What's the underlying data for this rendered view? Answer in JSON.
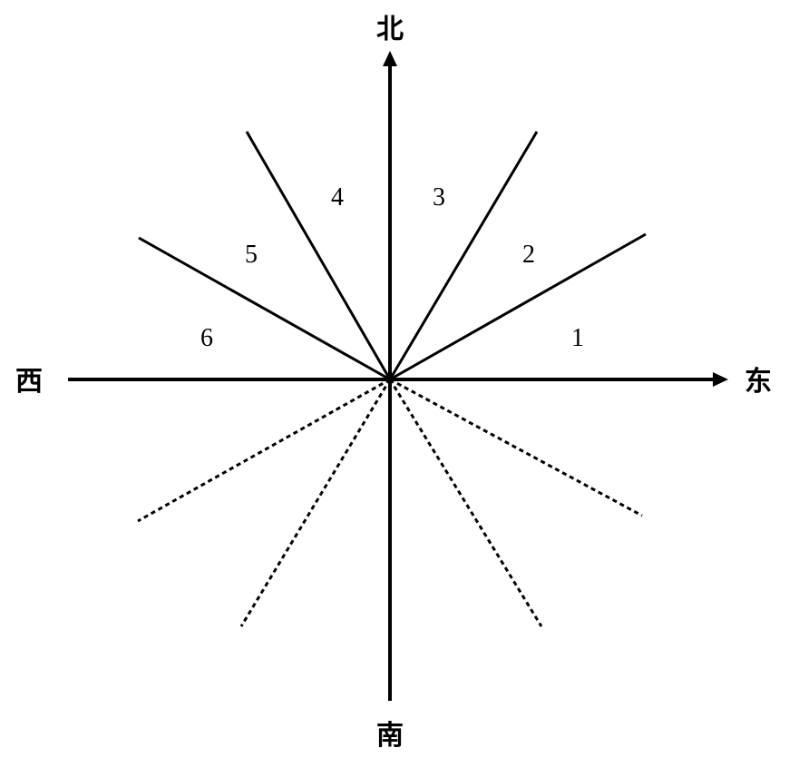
{
  "directions": {
    "north": "北",
    "south": "南",
    "east": "东",
    "west": "西"
  },
  "sectors": [
    "1",
    "2",
    "3",
    "4",
    "5",
    "6"
  ],
  "colors": {
    "line": "#000000",
    "background": "#ffffff"
  }
}
